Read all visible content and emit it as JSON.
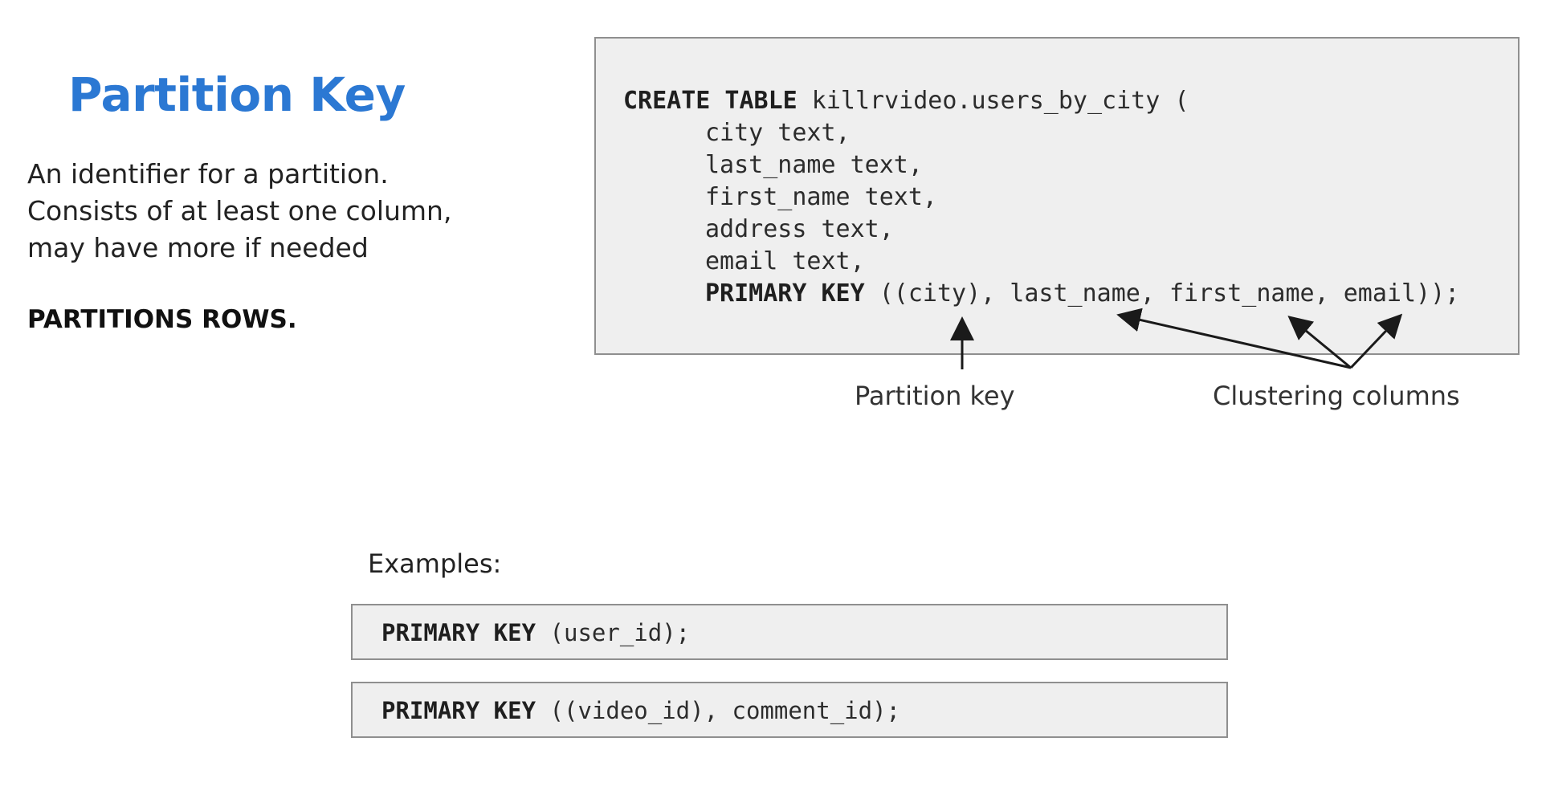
{
  "slide": {
    "title": "Partition Key",
    "description_lines": [
      "An identifier for a partition.",
      "Consists of at least one column,",
      "may have more if needed"
    ],
    "emphasis": "PARTITIONS ROWS."
  },
  "code_block": {
    "line1": {
      "keyword": "CREATE TABLE",
      "rest": " killrvideo.users_by_city ("
    },
    "line2": "city text,",
    "line3": "last_name text,",
    "line4": "first_name text,",
    "line5": "address text,",
    "line6": "email text,",
    "line7": {
      "keyword": "PRIMARY KEY",
      "rest": " ((city), last_name, first_name, email));"
    }
  },
  "annotations": {
    "partition_key_label": "Partition key",
    "clustering_columns_label": "Clustering columns"
  },
  "examples": {
    "heading": "Examples:",
    "items": [
      {
        "keyword": "PRIMARY KEY",
        "rest": " (user_id);"
      },
      {
        "keyword": "PRIMARY KEY",
        "rest": " ((video_id), comment_id);"
      }
    ]
  },
  "colors": {
    "title": "#2b78d3",
    "code_background": "#efefef",
    "code_border": "#8f8f8f"
  }
}
